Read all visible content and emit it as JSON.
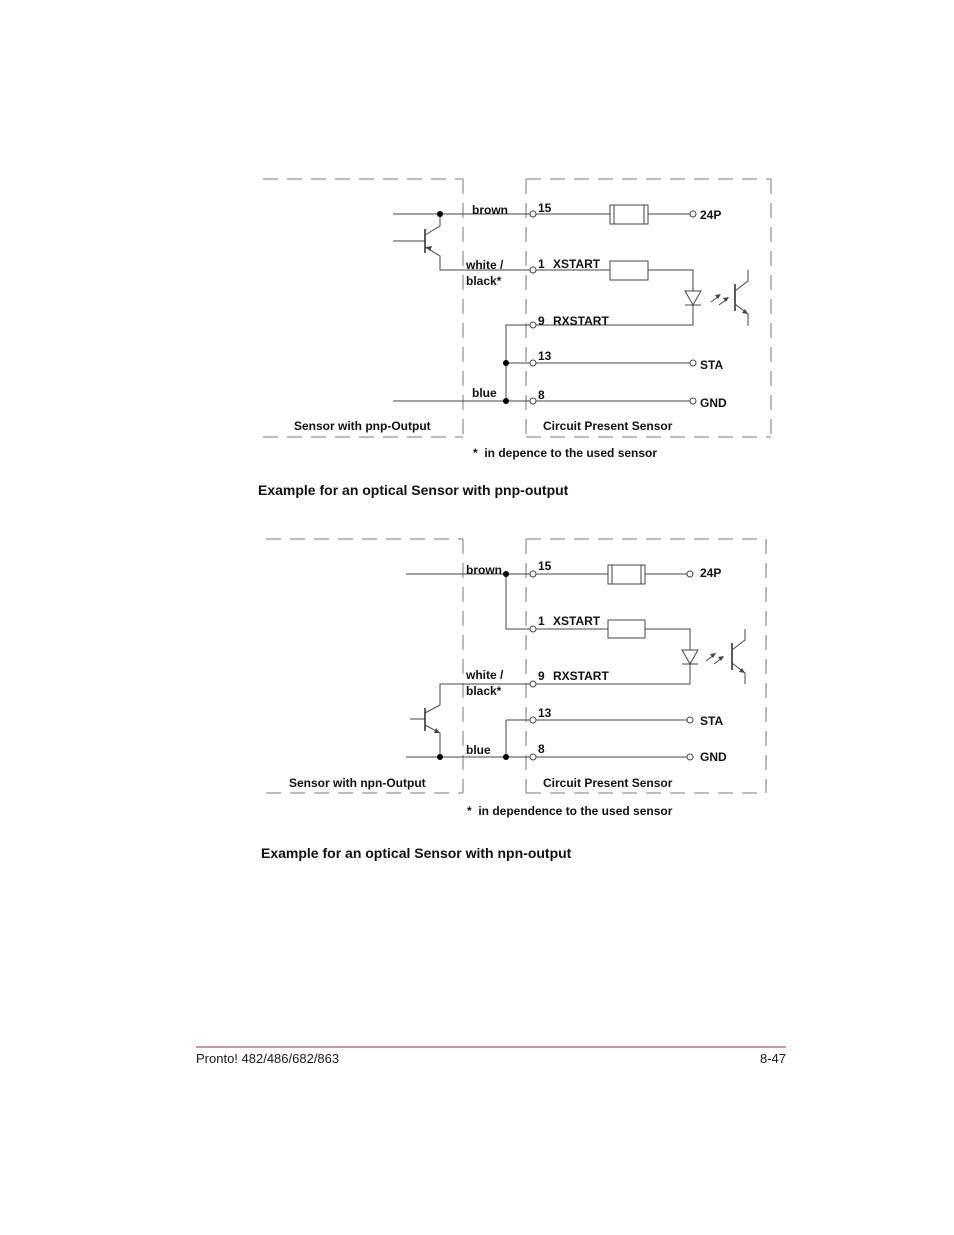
{
  "diagrams": [
    {
      "wires": {
        "brown": "brown",
        "white_line1": "white /",
        "white_line2": "black*",
        "blue": "blue"
      },
      "terminals": [
        {
          "number": "15",
          "signal": ""
        },
        {
          "number": "1",
          "signal": "XSTART"
        },
        {
          "number": "9",
          "signal": "RXSTART"
        },
        {
          "number": "13",
          "signal": ""
        },
        {
          "number": "8",
          "signal": ""
        }
      ],
      "outputs": {
        "p24": "24P",
        "sta": "STA",
        "gnd": "GND"
      },
      "sensor_label": "Sensor with pnp-Output",
      "circuit_label": "Circuit Present Sensor",
      "footnote": "*  in depence to the used sensor",
      "caption": "Example for an optical Sensor with pnp-output"
    },
    {
      "wires": {
        "brown": "brown",
        "white_line1": "white /",
        "white_line2": "black*",
        "blue": "blue"
      },
      "terminals": [
        {
          "number": "15",
          "signal": ""
        },
        {
          "number": "1",
          "signal": "XSTART"
        },
        {
          "number": "9",
          "signal": "RXSTART"
        },
        {
          "number": "13",
          "signal": ""
        },
        {
          "number": "8",
          "signal": ""
        }
      ],
      "outputs": {
        "p24": "24P",
        "sta": "STA",
        "gnd": "GND"
      },
      "sensor_label": "Sensor with npn-Output",
      "circuit_label": "Circuit Present Sensor",
      "footnote": "*  in dependence to the used sensor",
      "caption": "Example for an optical Sensor with npn-output"
    }
  ],
  "footer": {
    "title": "Pronto! 482/486/682/863",
    "page": "8-47"
  }
}
